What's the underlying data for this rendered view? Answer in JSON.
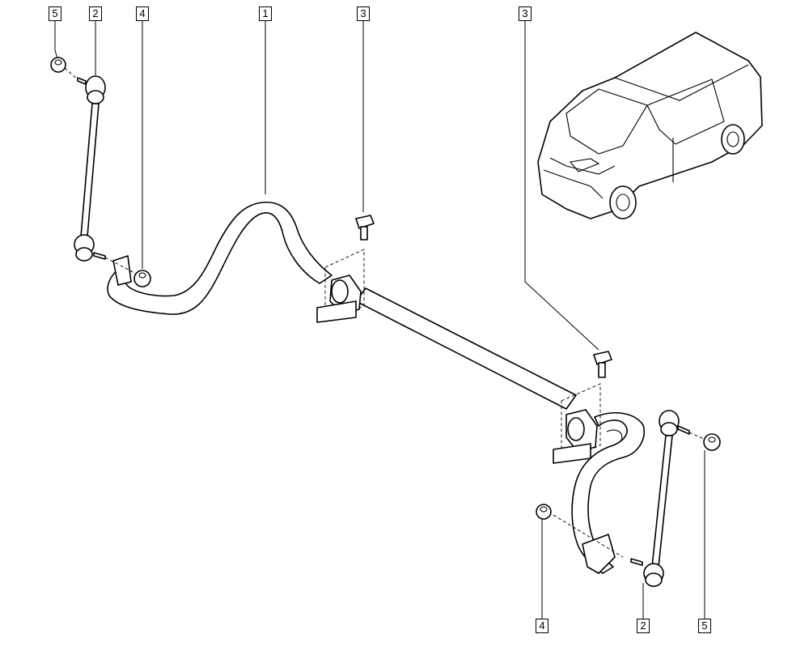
{
  "callouts": [
    {
      "id": "c5-top",
      "label": "5"
    },
    {
      "id": "c2-top",
      "label": "2"
    },
    {
      "id": "c4-top",
      "label": "4"
    },
    {
      "id": "c1-top",
      "label": "1"
    },
    {
      "id": "c3-mid",
      "label": "3"
    },
    {
      "id": "c3-right",
      "label": "3"
    },
    {
      "id": "c4-bottom",
      "label": "4"
    },
    {
      "id": "c2-bottom",
      "label": "2"
    },
    {
      "id": "c5-bottom",
      "label": "5"
    }
  ]
}
